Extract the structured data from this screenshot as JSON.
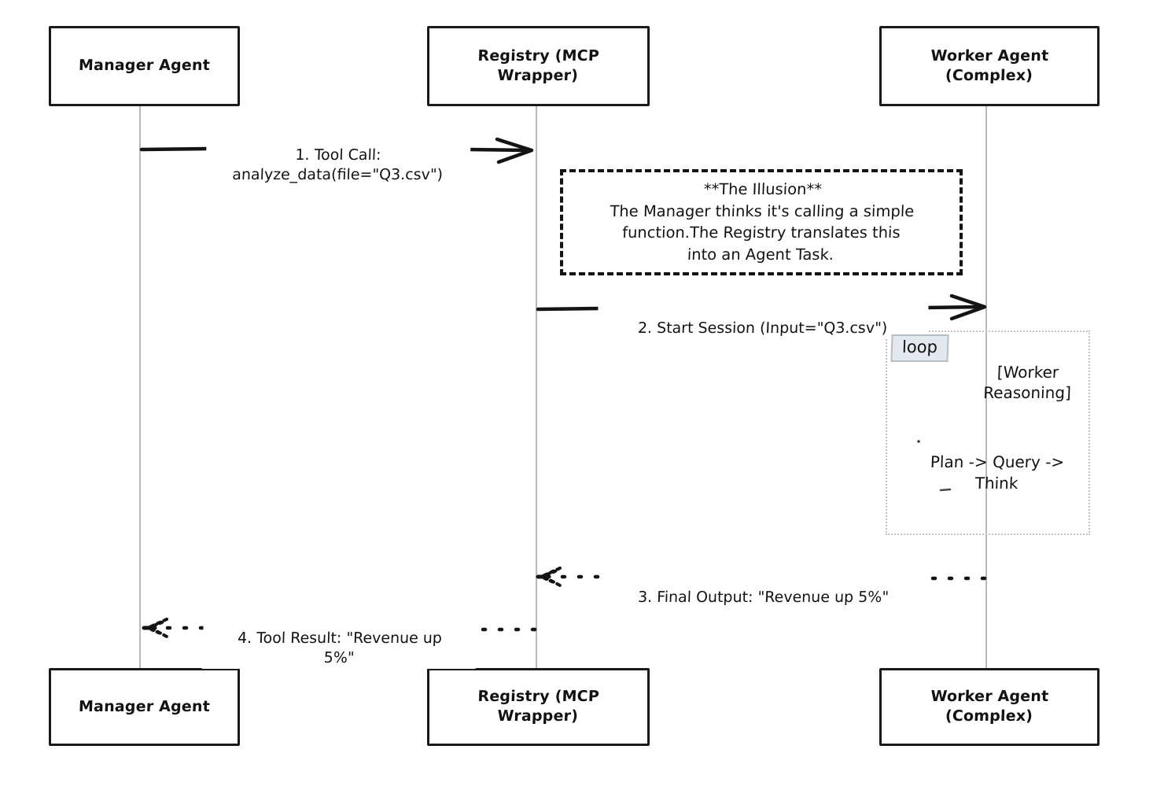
{
  "diagram": {
    "type": "sequence-diagram",
    "title": "",
    "style": "hand-drawn",
    "colors": {
      "stroke": "#1a1a1a",
      "lifeline": "#b9b9b9",
      "loop_frame": "#bfc3c7",
      "loop_tag_bg": "#e3e9ee",
      "background": "#ffffff"
    }
  },
  "participants": [
    {
      "id": "manager",
      "label": "Manager Agent"
    },
    {
      "id": "registry",
      "label": "Registry (MCP\nWrapper)"
    },
    {
      "id": "worker",
      "label": "Worker Agent\n(Complex)"
    }
  ],
  "participants_bottom": [
    {
      "id": "manager",
      "label": "Manager Agent"
    },
    {
      "id": "registry",
      "label": "Registry (MCP\nWrapper)"
    },
    {
      "id": "worker",
      "label": "Worker Agent\n(Complex)"
    }
  ],
  "messages": [
    {
      "number": "1",
      "label": "1. Tool Call:\nanalyze_data(file=\"Q3.csv\")",
      "from": "manager",
      "to": "registry",
      "direction": "right",
      "line": "solid",
      "arrow": "open"
    },
    {
      "number": "2",
      "label": "2. Start Session (Input=\"Q3.csv\")",
      "from": "registry",
      "to": "worker",
      "direction": "right",
      "line": "solid",
      "arrow": "open"
    },
    {
      "number": "3",
      "label": "3. Final Output: \"Revenue up 5%\"",
      "from": "worker",
      "to": "registry",
      "direction": "left",
      "line": "dotted",
      "arrow": "open"
    },
    {
      "number": "4",
      "label": "4. Tool Result: \"Revenue up\n5%\"",
      "from": "registry",
      "to": "manager",
      "direction": "left",
      "line": "dotted",
      "arrow": "open"
    }
  ],
  "note": {
    "attached_to": "registry",
    "text": "**The Illusion**\nThe Manager thinks it's calling a simple\nfunction.The Registry translates this\ninto an Agent Task."
  },
  "loop": {
    "tag": "loop",
    "condition": "[Worker\nReasoning]",
    "over": "worker",
    "inner_message": "Plan -> Query ->\nThink"
  }
}
